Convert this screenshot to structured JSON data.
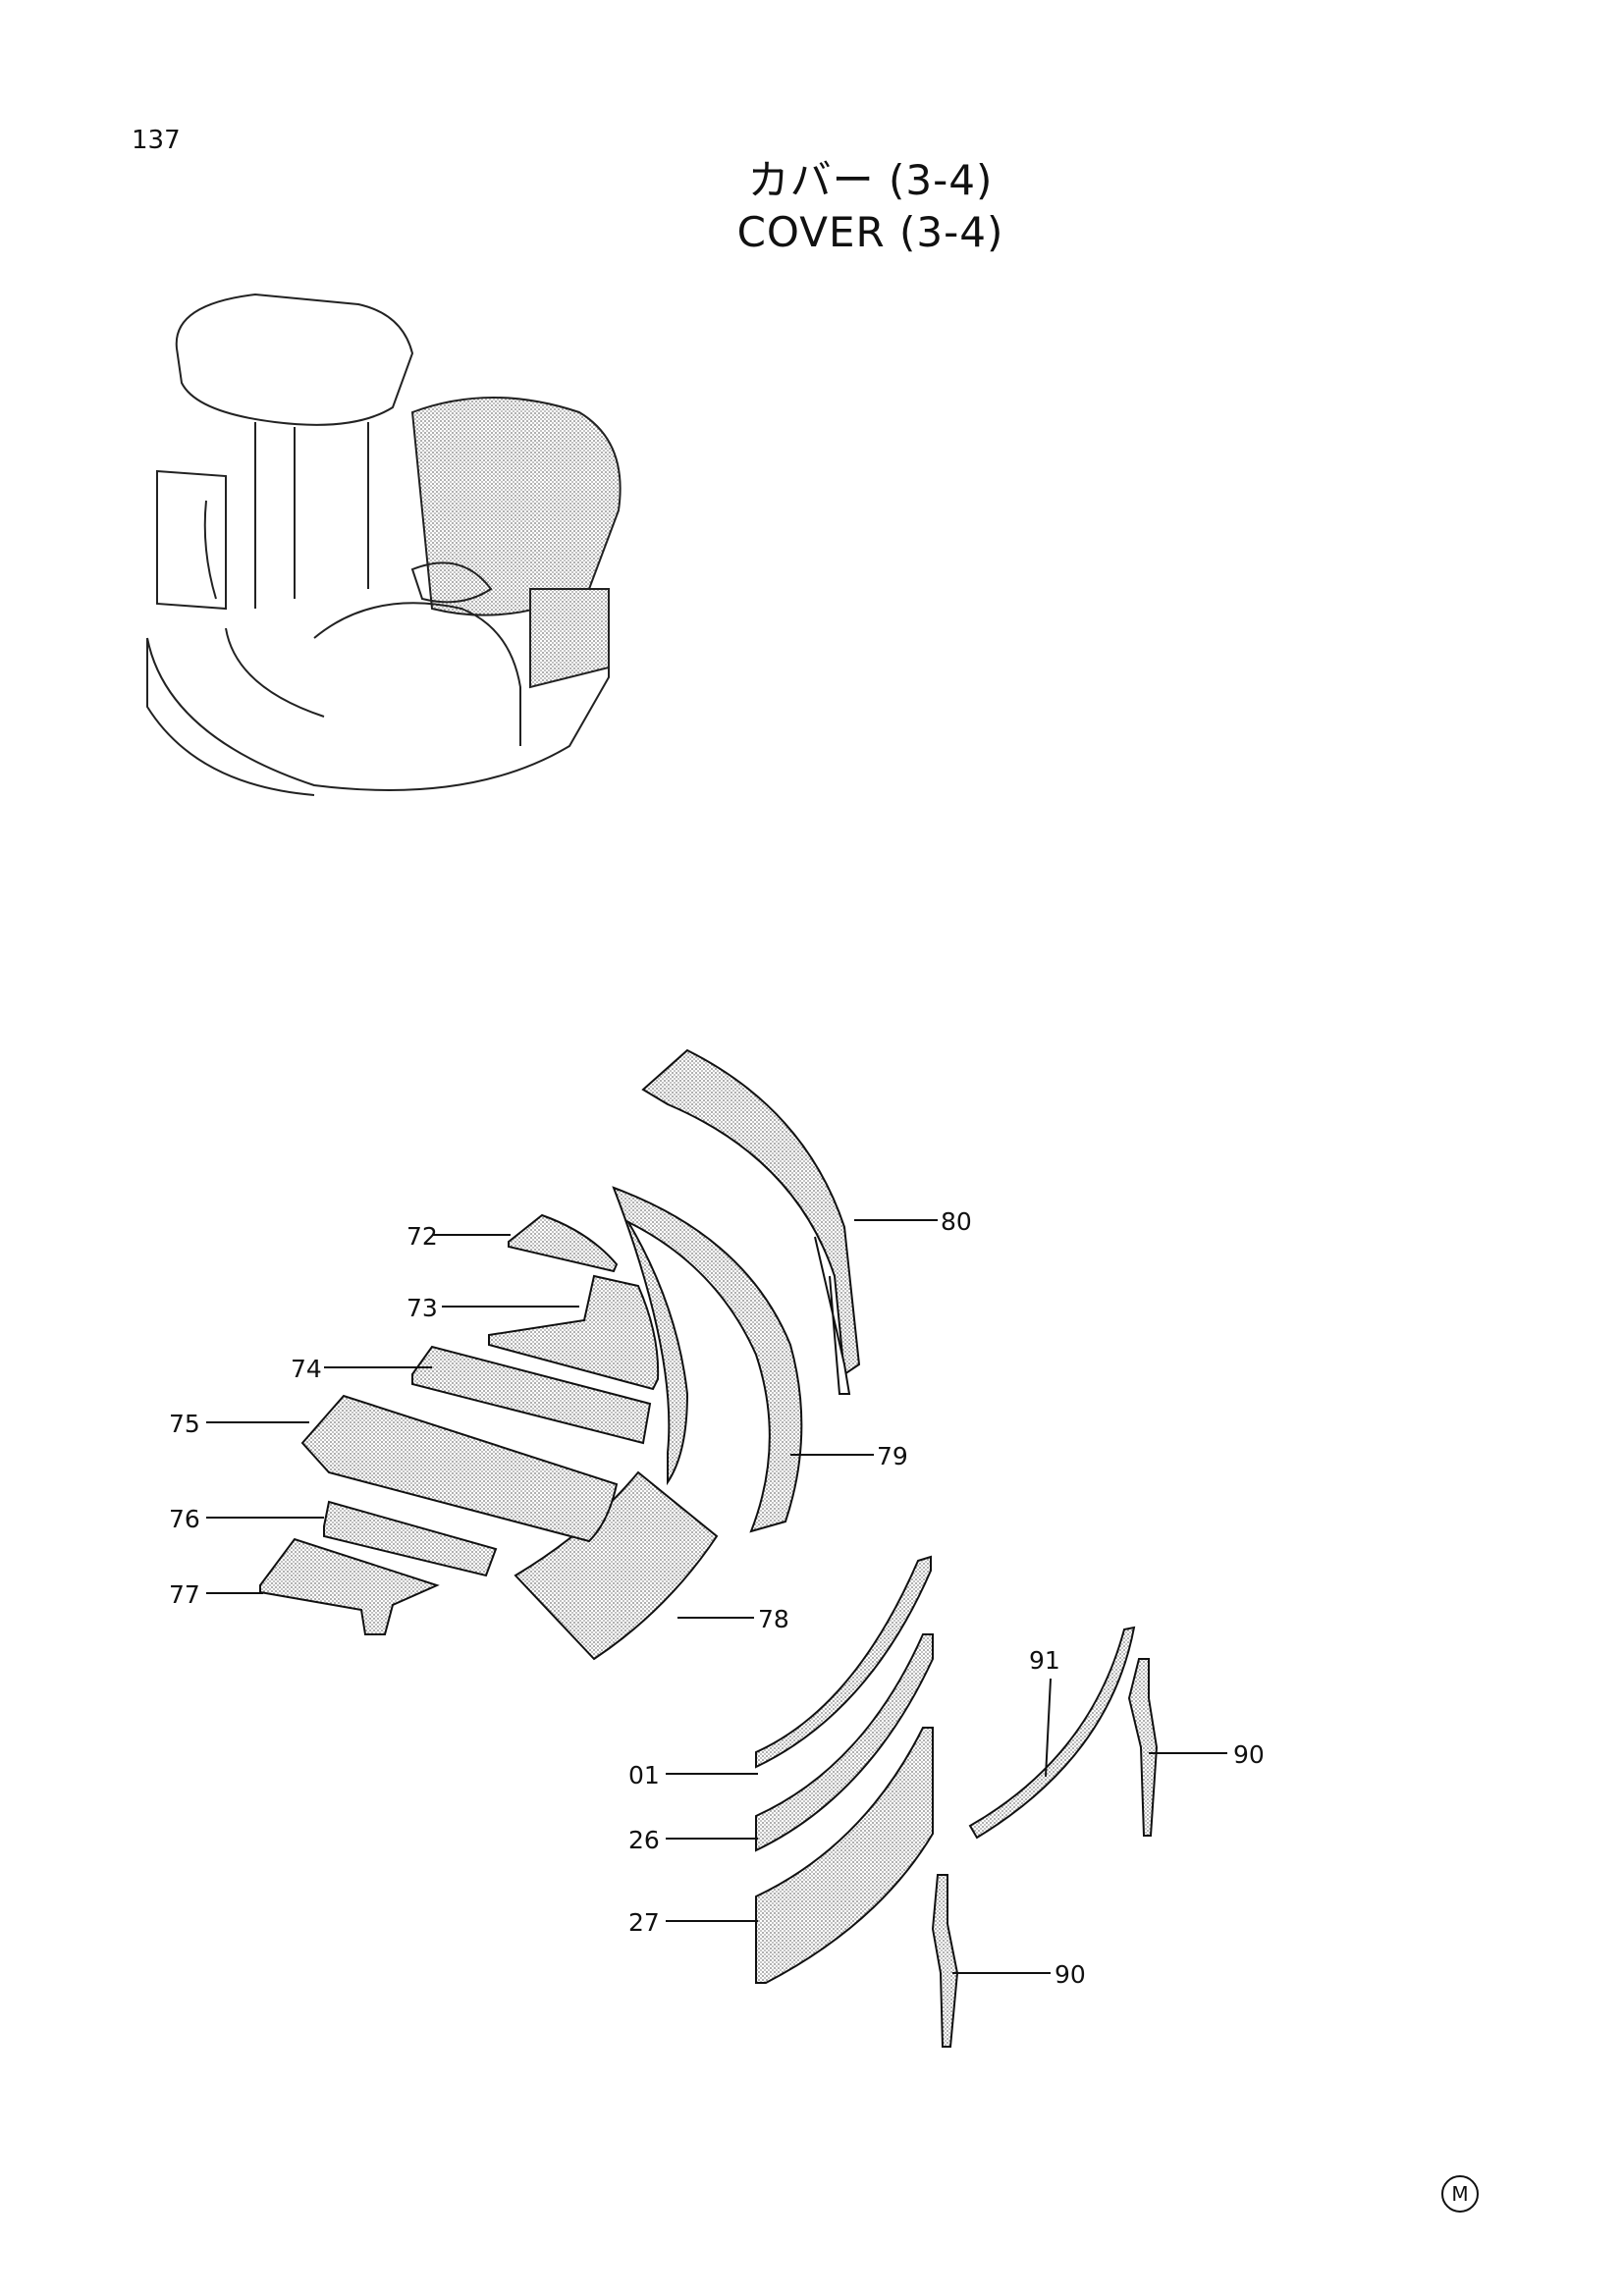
{
  "page": {
    "number": "137",
    "title_jp": "カバー (3-4)",
    "title_en": "COVER (3-4)",
    "mark": "M"
  },
  "colors": {
    "ink": "#111111",
    "shade": "#c8c8c8",
    "shade_dark": "#9a9a9a"
  },
  "labels": {
    "p72": "72",
    "p73": "73",
    "p74": "74",
    "p75": "75",
    "p76": "76",
    "p77": "77",
    "p78": "78",
    "p79": "79",
    "p80": "80",
    "p01": "01",
    "p26": "26",
    "p27": "27",
    "p91": "91",
    "p90a": "90",
    "p90b": "90"
  }
}
